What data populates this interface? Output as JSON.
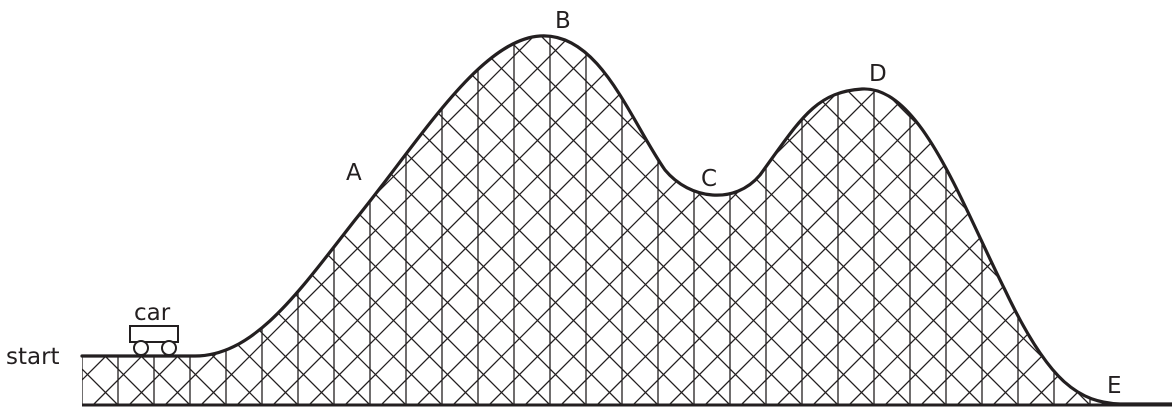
{
  "diagram": {
    "labels": {
      "start": "start",
      "car": "car",
      "A": "A",
      "B": "B",
      "C": "C",
      "D": "D",
      "E": "E"
    },
    "colors": {
      "ink": "#231f20",
      "background": "#ffffff"
    }
  }
}
